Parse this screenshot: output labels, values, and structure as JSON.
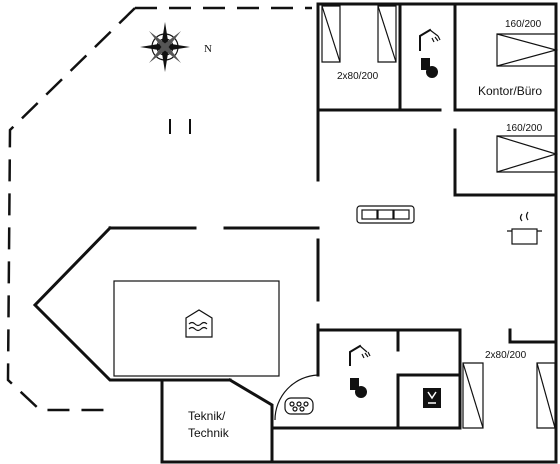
{
  "compass": {
    "north_label": "N"
  },
  "rooms": {
    "bedroom_top_left": {
      "bed_size": "2x80/200"
    },
    "bedroom_top_right": {
      "bed_size": "160/200",
      "label": "Kontor/Büro"
    },
    "bedroom_middle_right": {
      "bed_size": "160/200"
    },
    "bedroom_bottom_right": {
      "bed_size": "2x80/200"
    },
    "technical_room": {
      "label_line1": "Teknik/",
      "label_line2": "Technik"
    }
  }
}
